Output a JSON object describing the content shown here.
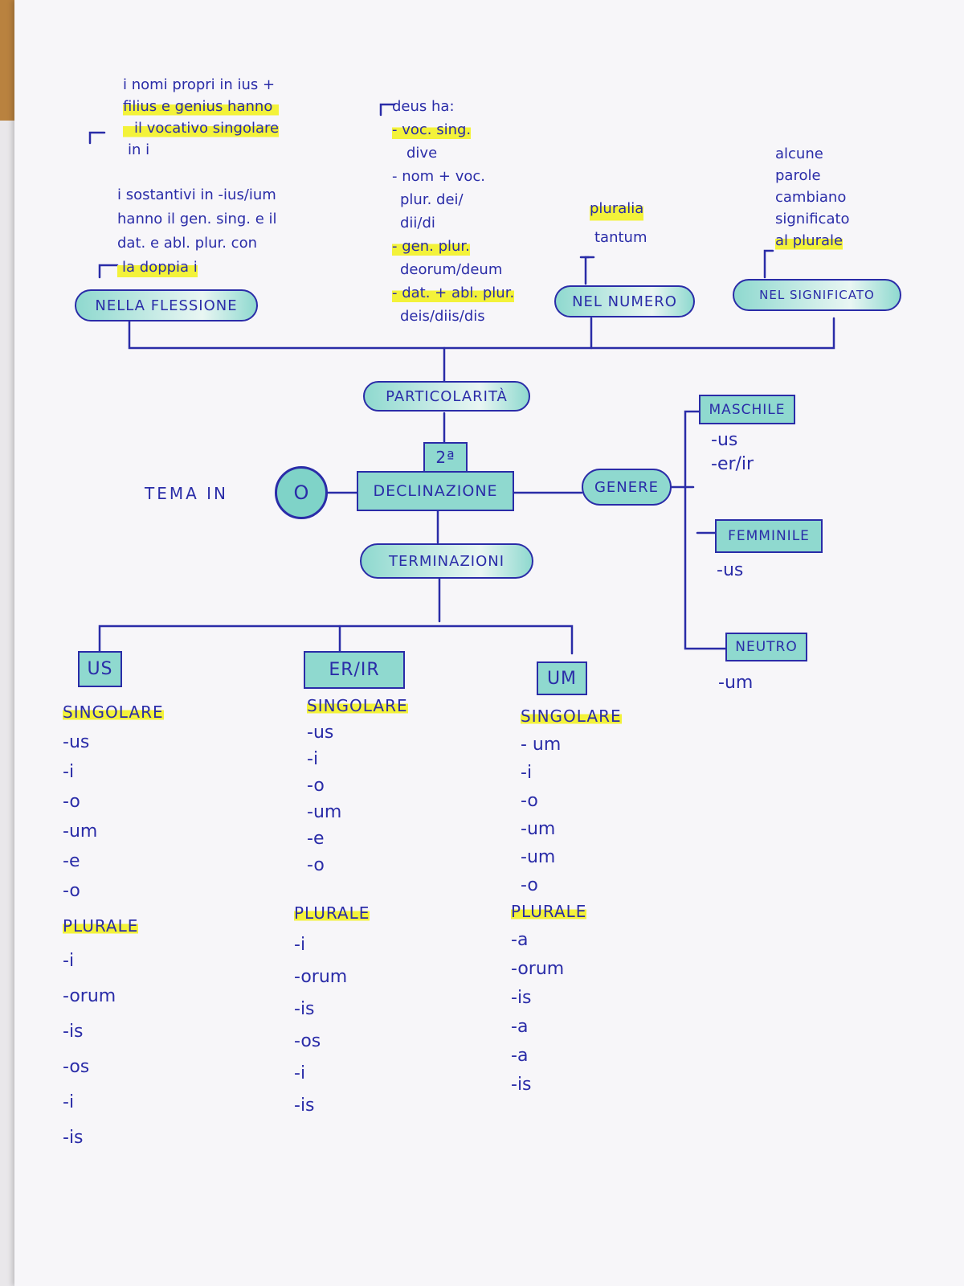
{
  "notes": {
    "flessione_a": [
      "i nomi propri in ius +",
      "filius e genius hanno",
      "il vocativo singolare",
      "in i"
    ],
    "flessione_b": [
      "i sostantivi in -ius/ium",
      "hanno il gen. sing. e il",
      "dat. e abl. plur. con",
      "la doppia i"
    ],
    "deus": [
      "deus ha:",
      "- voc. sing.",
      "dive",
      "- nom + voc.",
      "plur. dei/",
      "dii/di",
      "- gen. plur.",
      "deorum/deum",
      "- dat. + abl. plur.",
      "deis/diis/dis"
    ],
    "numero": [
      "pluralia",
      "tantum"
    ],
    "significato": [
      "alcune",
      "parole",
      "cambiano",
      "significato",
      "al plurale"
    ]
  },
  "nodes": {
    "flessione": "NELLA FLESSIONE",
    "numero": "NEL NUMERO",
    "significato": "NEL SIGNIFICATO",
    "particolarita": "PARTICOLARITÀ",
    "center_top": "2ª",
    "center": "DECLINAZIONE",
    "tema_label": "TEMA IN",
    "tema_value": "O",
    "genere": "GENERE",
    "terminazioni": "TERMINAZIONI"
  },
  "genere": {
    "maschile": {
      "label": "MASCHILE",
      "endings": [
        "-us",
        "-er/ir"
      ]
    },
    "femminile": {
      "label": "FEMMINILE",
      "endings": [
        "-us"
      ]
    },
    "neutro": {
      "label": "NEUTRO",
      "endings": [
        "-um"
      ]
    }
  },
  "columns": [
    {
      "label": "US",
      "singolare_label": "SINGOLARE",
      "singolare": [
        "-us",
        "-i",
        "-o",
        "-um",
        "-e",
        "-o"
      ],
      "plurale_label": "PLURALE",
      "plurale": [
        "-i",
        "-orum",
        "-is",
        "-os",
        "-i",
        "-is"
      ]
    },
    {
      "label": "ER/IR",
      "singolare_label": "SINGOLARE",
      "singolare": [
        "-us",
        "-i",
        "-o",
        "-um",
        "-e",
        "-o"
      ],
      "plurale_label": "PLURALE",
      "plurale": [
        "-i",
        "-orum",
        "-is",
        "-os",
        "-i",
        "-is"
      ]
    },
    {
      "label": "UM",
      "singolare_label": "SINGOLARE",
      "singolare": [
        "- um",
        "-i",
        "-o",
        "-um",
        "-um",
        "-o"
      ],
      "plurale_label": "PLURALE",
      "plurale": [
        "-a",
        "-orum",
        "-is",
        "-a",
        "-a",
        "-is"
      ]
    }
  ],
  "colors": {
    "ink": "#2a2ca8",
    "highlight": "#f3f23a",
    "teal": "#8fd9cf"
  }
}
